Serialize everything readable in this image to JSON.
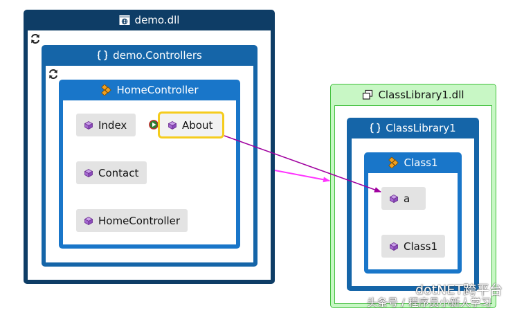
{
  "demo_dll": {
    "title": "demo.dll",
    "namespace": {
      "title": "demo.Controllers",
      "class": {
        "title": "HomeController",
        "members": [
          "Index",
          "About",
          "Contact",
          "HomeController"
        ]
      }
    }
  },
  "library_dll": {
    "title": "ClassLibrary1.dll",
    "namespace": {
      "title": "ClassLibrary1",
      "class": {
        "title": "Class1",
        "members": [
          "a",
          "Class1"
        ]
      }
    }
  },
  "watermark": {
    "line1": "dotNET跨平台",
    "line2": "头条号 / 程序员小新人学习"
  },
  "colors": {
    "assembly": "#0e3d66",
    "namespace": "#1565a8",
    "class": "#1976c9",
    "external_assembly_fill": "#c8f7c5",
    "external_assembly_border": "#3fbf3a",
    "member_fill": "#e3e3e3",
    "selection": "#f5cc1d",
    "dependency_arrow": "#ff33ff",
    "call_arrow": "#a0009f"
  },
  "icons": {
    "assembly": "assembly-icon",
    "namespace": "namespace-icon",
    "class": "class-icon",
    "member": "member-cube-icon",
    "external_assembly": "external-assembly-icon",
    "refresh": "refresh-icon",
    "navigate": "navigate-icon"
  }
}
